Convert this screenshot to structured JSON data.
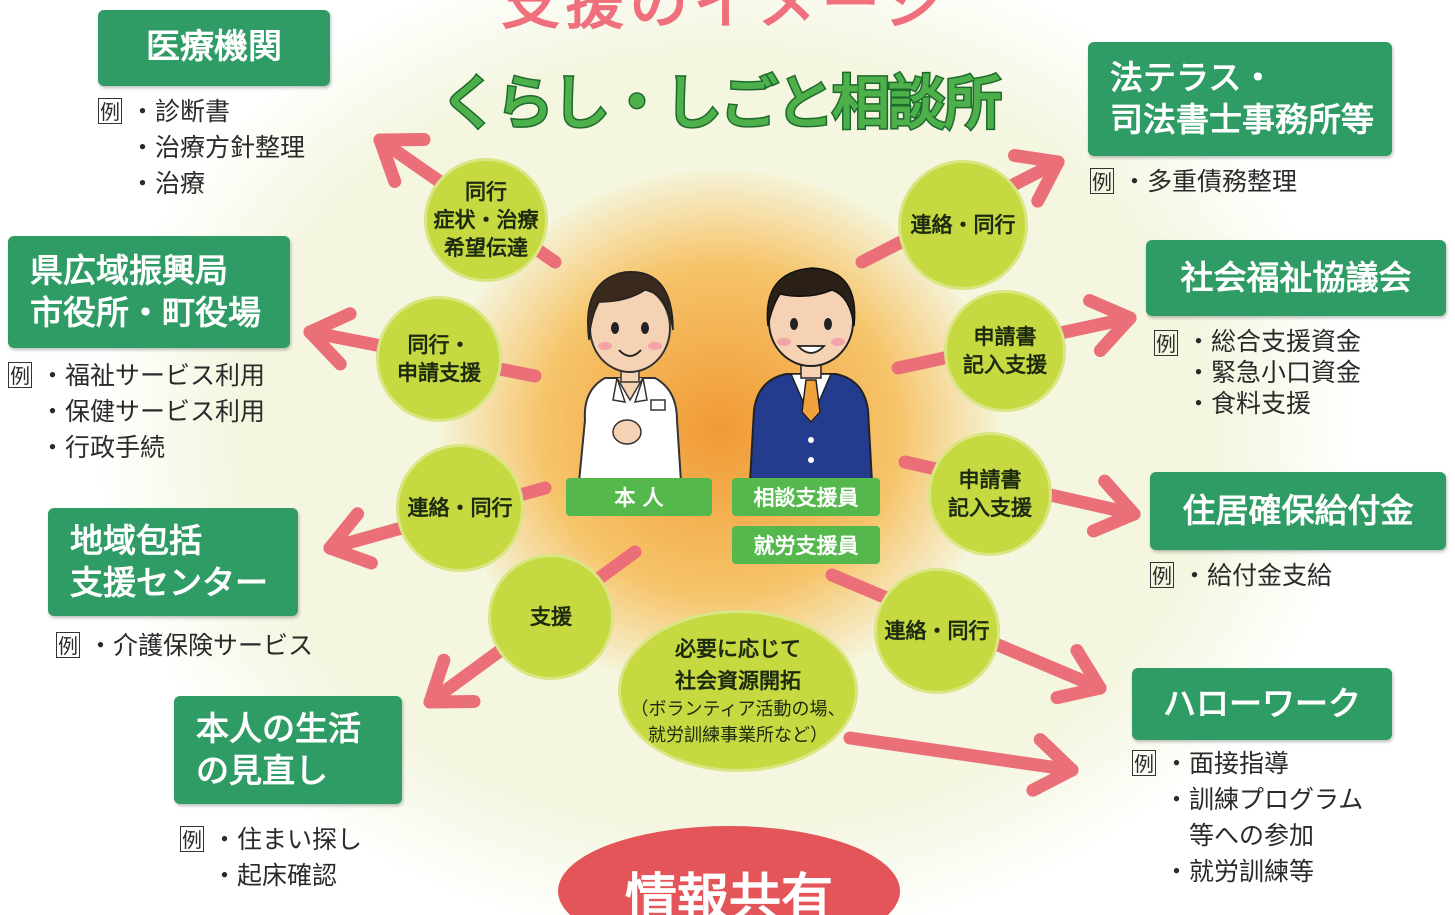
{
  "title_top": "支援のイメージ",
  "title_main": "くらし・しごと相談所",
  "example_mark": "例",
  "colors": {
    "agency_green": "#2f9c66",
    "bubble_yellow_green": "#c7d941",
    "arrow_pink": "#ea6f78",
    "role_green": "#55b84d",
    "info_red": "#e35558",
    "center_orange": "#f4a340"
  },
  "agencies": [
    {
      "name": "医療機関",
      "examples": [
        "診断書",
        "治療方針整理",
        "治療"
      ]
    },
    {
      "name": "県広域振興局\n市役所・町役場",
      "examples": [
        "福祉サービス利用",
        "保健サービス利用",
        "行政手続"
      ]
    },
    {
      "name": "地域包括\n支援センター",
      "examples": [
        "介護保険サービス"
      ]
    },
    {
      "name": "本人の生活\nの見直し",
      "examples": [
        "住まい探し",
        "起床確認"
      ]
    },
    {
      "name": "法テラス・\n司法書士事務所等",
      "examples": [
        "多重債務整理"
      ]
    },
    {
      "name": "社会福祉協議会",
      "examples": [
        "総合支援資金",
        "緊急小口資金",
        "食料支援"
      ]
    },
    {
      "name": "住居確保給付金",
      "examples": [
        "給付金支給"
      ]
    },
    {
      "name": "ハローワーク",
      "examples": [
        "面接指導",
        "訓練プログラム\n等への参加",
        "就労訓練等"
      ]
    }
  ],
  "bubbles": [
    "同行\n症状・治療\n希望伝達",
    "同行・\n申請支援",
    "連絡・同行",
    "支援",
    "連絡・同行",
    "申請書\n記入支援",
    "申請書\n記入支援",
    "連絡・同行"
  ],
  "center_bubble": {
    "main": "必要に応じて\n社会資源開拓",
    "sub": "（ボランティア活動の場、\n就労訓練事業所など）"
  },
  "roles": {
    "person": "本 人",
    "consultant": "相談支援員",
    "employment": "就労支援員"
  },
  "info_sharing": "情報共有"
}
